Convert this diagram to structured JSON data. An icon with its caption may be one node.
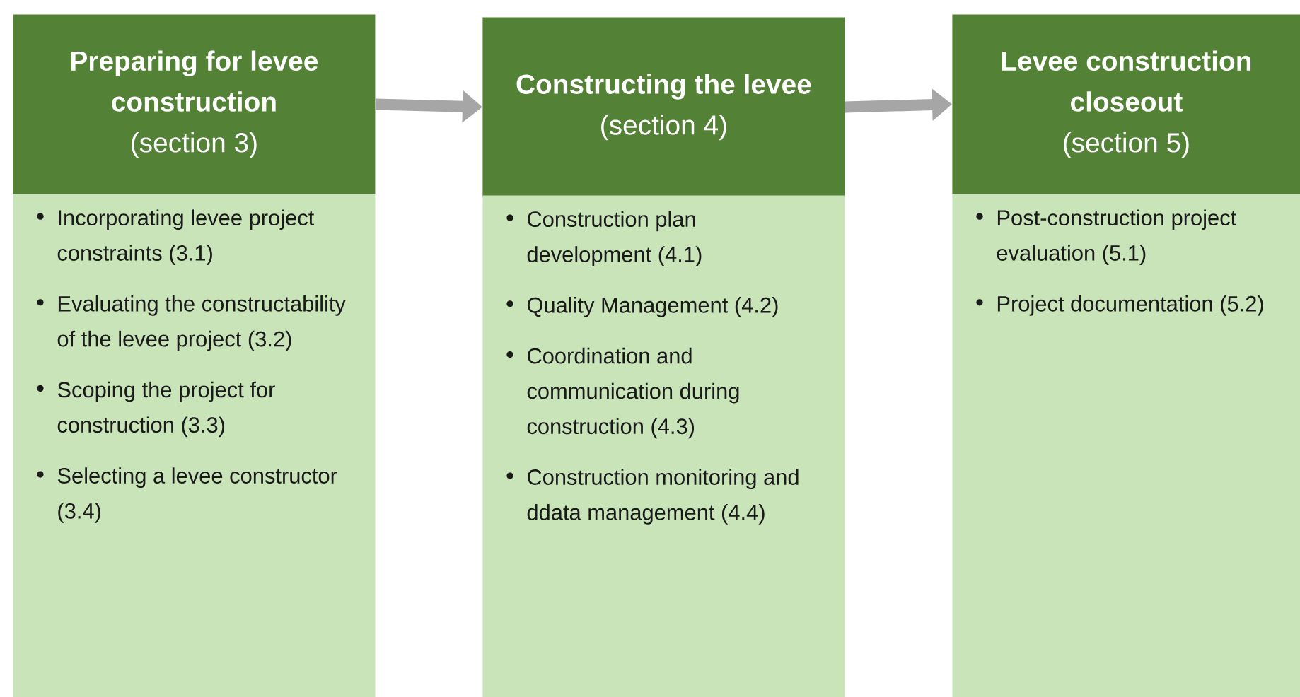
{
  "diagram": {
    "nodes": [
      {
        "text": [
          "Preparing for levee construction",
          "(section 3)"
        ]
      },
      {
        "text": [
          "Incorporating levee project constraints (3.1)",
          "Evaluating the constructability of the levee project (3.2)",
          "Scoping the project for construction (3.3)",
          "Selecting a levee constructor (3.4)"
        ]
      },
      {
        "text": [
          "Constructing the levee",
          "(section 4)"
        ]
      },
      {
        "text": [
          "Construction plan development (4.1)",
          "Quality Management (4.2)",
          "Coordination and communication during construction (4.3)",
          "Construction monitoring and ddata management (4.4)"
        ]
      },
      {
        "text": [
          "Levee construction closeout",
          "(section 5)"
        ]
      },
      {
        "text": [
          "Post-construction project evaluation (5.1)",
          "Project documentation (5.2)"
        ]
      }
    ],
    "edges": [
      {
        "from": 0,
        "to": 2,
        "arrow": "to"
      },
      {
        "from": 2,
        "to": 4,
        "arrow": "to"
      }
    ]
  }
}
